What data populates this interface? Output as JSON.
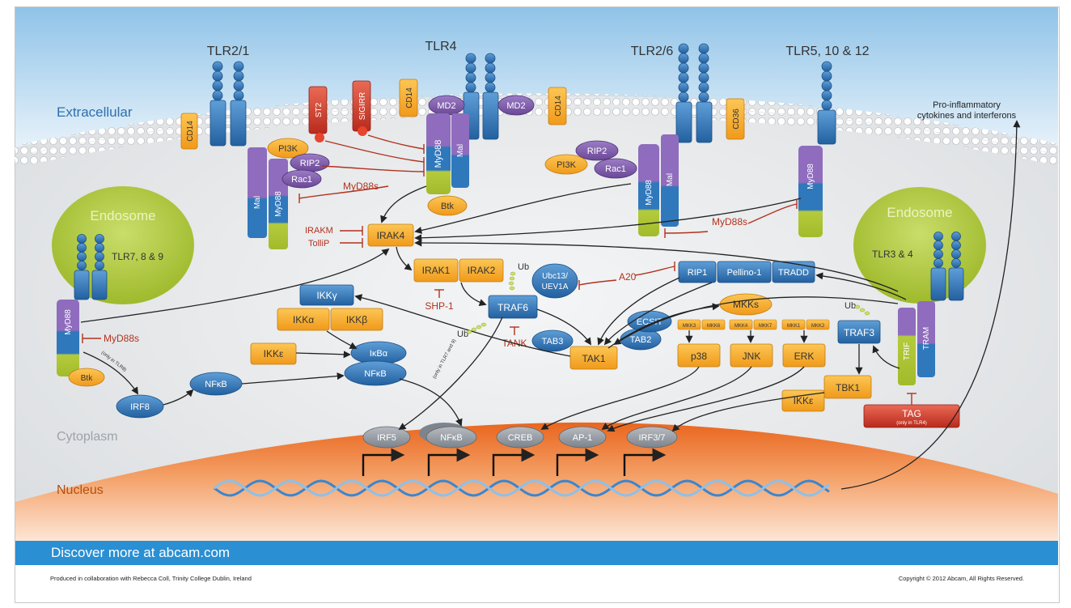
{
  "regions": {
    "extracellular": "Extracellular",
    "cytoplasm": "Cytoplasm",
    "nucleus": "Nucleus",
    "endosome_left": "Endosome",
    "endosome_right": "Endosome"
  },
  "receptors": {
    "tlr21": "TLR2/1",
    "tlr4": "TLR4",
    "tlr26": "TLR2/6",
    "tlr51012": "TLR5, 10 & 12",
    "tlr789": "TLR7, 8 & 9",
    "tlr34": "TLR3 & 4"
  },
  "molecules": {
    "cd14": "CD14",
    "cd36": "CD36",
    "st2": "ST2",
    "sigirr": "SIGIRR",
    "md2": "MD2",
    "myd88": "MyD88",
    "mal": "Mal",
    "pi3k": "PI3K",
    "rip2": "RIP2",
    "rac1": "Rac1",
    "btk": "Btk",
    "irak4": "IRAK4",
    "irakm": "IRAKM",
    "tollip": "TolliP",
    "myd88s": "MyD88s",
    "irak1": "IRAK1",
    "irak2": "IRAK2",
    "shp1": "SHP-1",
    "ub": "Ub",
    "ubc13": "Ubc13/",
    "uev1a": "UEV1A",
    "a20": "A20",
    "rip1": "RIP1",
    "pellino1": "Pellino-1",
    "tradd": "TRADD",
    "traf6": "TRAF6",
    "tank": "TANK",
    "tab3": "TAB3",
    "tab2": "TAB2",
    "tak1": "TAK1",
    "ecsit": "ECSIT",
    "mkks": "MKKs",
    "mkk3": "MKK3",
    "mkk6": "MKK6",
    "mkk4": "MKK4",
    "mkk7": "MKK7",
    "mkk1": "MKK1",
    "mkk2": "MKK2",
    "p38": "p38",
    "jnk": "JNK",
    "erk": "ERK",
    "ikkg": "IKKγ",
    "ikka": "IKKα",
    "ikkb": "IKKβ",
    "ikke": "IKKε",
    "ikba": "IκBα",
    "nfkb": "NFκB",
    "irf8": "IRF8",
    "irf5": "IRF5",
    "creb": "CREB",
    "ap1": "AP-1",
    "irf37": "IRF3/7",
    "traf3": "TRAF3",
    "tbk1": "TBK1",
    "trif": "TRIF",
    "tram": "TRAM",
    "tag": "TAG"
  },
  "notes": {
    "only_tlr8": "(only in TLR8)",
    "only_tlr7_9": "(only in TLR7 and 9)",
    "only_tlr4": "(only in TLR4)",
    "output_line1": "Pro-inflammatory",
    "output_line2": "cytokines and interferons"
  },
  "footer": {
    "banner_prefix": "Discover more at ",
    "banner_site": "abcam.com",
    "credit": "Produced in collaboration with Rebecca Coll, Trinity College Dublin, Ireland",
    "copyright": "Copyright © 2012 Abcam, All Rights Reserved."
  },
  "colors": {
    "orange": "#f6a623",
    "purple": "#7e5aa8",
    "blue": "#2d74b8",
    "green": "#b4cb3c",
    "red": "#c8372c",
    "inhibit": "#b2321d",
    "gray": "#8a8f96"
  }
}
